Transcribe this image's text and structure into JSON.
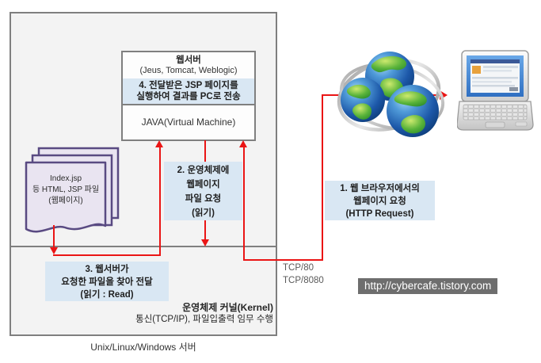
{
  "colors": {
    "accent_red": "#ea1515",
    "highlight_blue": "#d9e7f3",
    "box_border_gray": "#7f7f7f",
    "doc_border_purple": "#594a82",
    "doc_fill_lavender": "#e9e4f1",
    "watermark_bg": "#6e6e6e"
  },
  "server": {
    "caption": "Unix/Linux/Windows 서버",
    "web_server": {
      "title": "웹서버",
      "subtitle": "(Jeus, Tomcat, Weblogic)",
      "step4": {
        "line1": "4. 전달받은 JSP 페이지를",
        "line2": "실행하여 결과를 PC로 전송"
      }
    },
    "jvm": "JAVA(Virtual Machine)",
    "files": {
      "line1": "Index.jsp",
      "line2": "등 HTML, JSP 파일",
      "line3": "(웹페이지)"
    },
    "step2": {
      "line1": "2. 운영체제에",
      "line2": "웹페이지",
      "line3": "파일 요청",
      "line4": "(읽기)"
    },
    "step3": {
      "line1": "3. 웹서버가",
      "line2": "요청한 파일을 찾아 전달",
      "line3": "(읽기 : Read)"
    },
    "kernel": {
      "title": "운영체제 커널(Kernel)",
      "subtitle": "통신(TCP/IP), 파일입출력 임무 수행"
    }
  },
  "network": {
    "step1": {
      "line1": "1. 웹 브라우저에서의",
      "line2": "웹페이지 요청",
      "line3": "(HTTP Request)"
    },
    "ports": {
      "line1": "TCP/80",
      "line2": "TCP/8080"
    }
  },
  "watermark": "http://cybercafe.tistory.com",
  "icons": {
    "internet": "internet-globe-icon",
    "client": "laptop-icon",
    "files": "document-stack-icon"
  }
}
